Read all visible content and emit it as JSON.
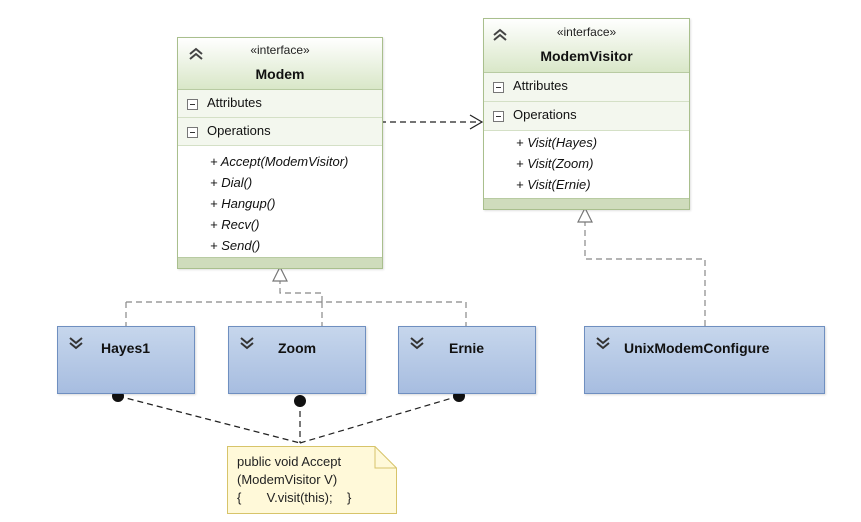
{
  "modem": {
    "stereotype": "«interface»",
    "name": "Modem",
    "attributes_label": "Attributes",
    "operations_label": "Operations",
    "operations": [
      "+ Accept(ModemVisitor)",
      "+ Dial()",
      "+ Hangup()",
      "+ Recv()",
      "+ Send()"
    ]
  },
  "modem_visitor": {
    "stereotype": "«interface»",
    "name": "ModemVisitor",
    "attributes_label": "Attributes",
    "operations_label": "Operations",
    "operations": [
      "+ Visit(Hayes)",
      "+ Visit(Zoom)",
      "+ Visit(Ernie)"
    ]
  },
  "classes": [
    {
      "name": "Hayes1"
    },
    {
      "name": "Zoom"
    },
    {
      "name": "Ernie"
    },
    {
      "name": "UnixModemConfigure"
    }
  ],
  "note": {
    "lines": [
      "public void Accept",
      "(ModemVisitor V)",
      "{       V.visit(this);    }"
    ]
  },
  "colors": {
    "interface_fill": "#eef3e6",
    "interface_border": "#a9bf8d",
    "class_fill": "#a7bde0",
    "class_border": "#6f8fc0",
    "note_fill": "#fff9d9",
    "note_border": "#d7c46a"
  }
}
